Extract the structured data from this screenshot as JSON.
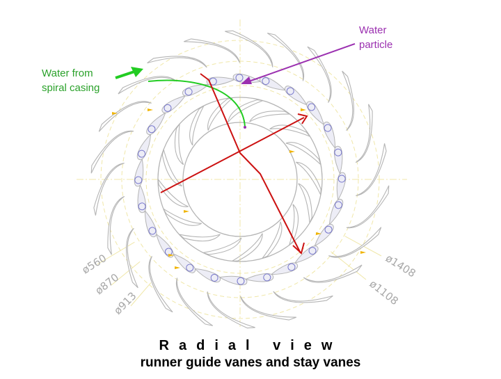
{
  "labels": {
    "water_particle": [
      "Water",
      "particle"
    ],
    "water_from_casing": [
      "Water from",
      "spiral casing"
    ]
  },
  "dimensions": [
    "ø560",
    "ø870",
    "ø913",
    "ø1408",
    "ø1108"
  ],
  "title": "Radial view",
  "subtitle": "runner guide vanes and stay vanes",
  "colors": {
    "outline": "#b4b4b4",
    "construction": "#f0e7a8",
    "flow_arrow": "#cc1111",
    "particle": "#9b30b0",
    "casing_flow": "#22cc22",
    "marker": "#f0b400",
    "guide_vane_fill": "#ededf6",
    "pivot": "#7777cc"
  }
}
